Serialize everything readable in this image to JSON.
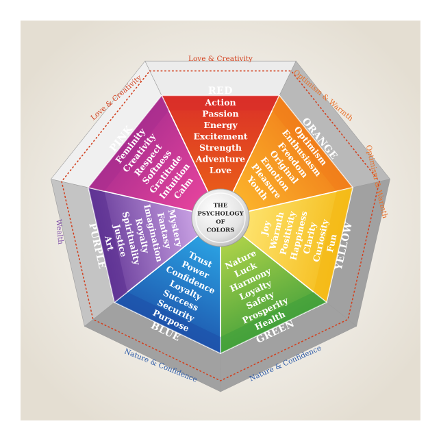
{
  "center": {
    "lines": [
      "THE",
      "PSYCHOLOGY",
      "OF",
      "COLORS"
    ]
  },
  "segments": [
    {
      "key": "red",
      "title": "RED",
      "color_outer": "#d92b2a",
      "color_inner": "#e85a1a",
      "words": [
        "Action",
        "Passion",
        "Energy",
        "Excitement",
        "Strength",
        "Adventure",
        "Love"
      ]
    },
    {
      "key": "orange",
      "title": "ORANGE",
      "color_outer": "#f07c1a",
      "color_inner": "#fbb02a",
      "words": [
        "Optimism",
        "Enthusiasm",
        "Freedom",
        "Original",
        "Emotion",
        "Pleasure",
        "Youth"
      ]
    },
    {
      "key": "yellow",
      "title": "YELLOW",
      "color_outer": "#f4b812",
      "color_inner": "#fde16a",
      "words": [
        "Joy",
        "Warmth",
        "Positivity",
        "Happiness",
        "Clarity",
        "Curiosity",
        "Fun"
      ]
    },
    {
      "key": "green",
      "title": "GREEN",
      "color_outer": "#3e9e3b",
      "color_inner": "#a9d048",
      "words": [
        "Nature",
        "Luck",
        "Harmony",
        "Loyalty",
        "Safety",
        "Prosperity",
        "Health"
      ]
    },
    {
      "key": "blue",
      "title": "BLUE",
      "color_outer": "#1d4fa8",
      "color_inner": "#2a9ee0",
      "words": [
        "Trust",
        "Power",
        "Confidence",
        "Loyalty",
        "Success",
        "Security",
        "Purpose"
      ]
    },
    {
      "key": "purple",
      "title": "PURPLE",
      "color_outer": "#5a2d8f",
      "color_inner": "#c49ce0",
      "words": [
        "Mystery",
        "Fantasy",
        "Imagination",
        "Royalty",
        "Spirituality",
        "Justice",
        "Art"
      ]
    },
    {
      "key": "pink",
      "title": "PINK",
      "color_outer": "#a72d8e",
      "color_inner": "#e2429c",
      "words": [
        "Feminity",
        "Creativity",
        "Respect",
        "Softness",
        "Gratitude",
        "Intuition",
        "Calm"
      ]
    }
  ],
  "ring_labels": [
    {
      "key": "love-creativity-top",
      "text": "Love & Creativity",
      "color": "#d2401e"
    },
    {
      "key": "love-creativity-left",
      "text": "Love & Creativity",
      "color": "#d2401e"
    },
    {
      "key": "optimism-warmth-top",
      "text": "Optimism & Warmth",
      "color": "#e8702a"
    },
    {
      "key": "optimism-warmth-right",
      "text": "Optimism & Warmth",
      "color": "#e8702a"
    },
    {
      "key": "wealth",
      "text": "Wealth",
      "color": "#7b4aa6"
    },
    {
      "key": "nature-confidence-left",
      "text": "Nature & Confidence",
      "color": "#2d5ba8"
    },
    {
      "key": "nature-confidence-right",
      "text": "Nature & Confidence",
      "color": "#2d5ba8"
    }
  ],
  "colors": {
    "background": "#e9e4da",
    "rim_light": "#f4f3f1",
    "rim_dark": "#a8a8a8",
    "center_disc": "#ececec"
  }
}
